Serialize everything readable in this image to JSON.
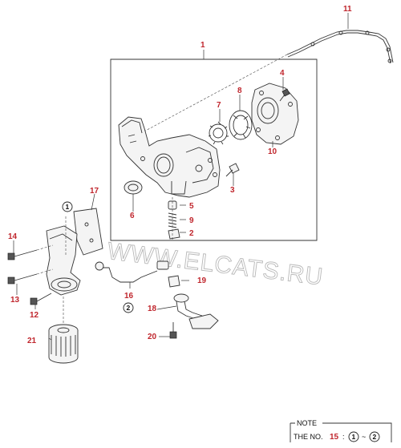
{
  "callouts": {
    "c1": "1",
    "c2": "2",
    "c3": "3",
    "c4": "4",
    "c5": "5",
    "c6": "6",
    "c7": "7",
    "c8": "8",
    "c9": "9",
    "c10": "10",
    "c11": "11",
    "c12": "12",
    "c13": "13",
    "c14": "14",
    "c15": "15",
    "c16": "16",
    "c17": "17",
    "c18": "18",
    "c19": "19",
    "c20": "20",
    "c21": "21"
  },
  "markers": {
    "m1": "1",
    "m2": "2"
  },
  "watermark": "WWW.ELCATS.RU",
  "note": {
    "title": "NOTE",
    "prefix": "THE NO.",
    "number": "15",
    "separator": ":",
    "range_start": "1",
    "tilde": "~",
    "range_end": "2"
  },
  "colors": {
    "callout": "#c0262d",
    "line": "#333333"
  }
}
